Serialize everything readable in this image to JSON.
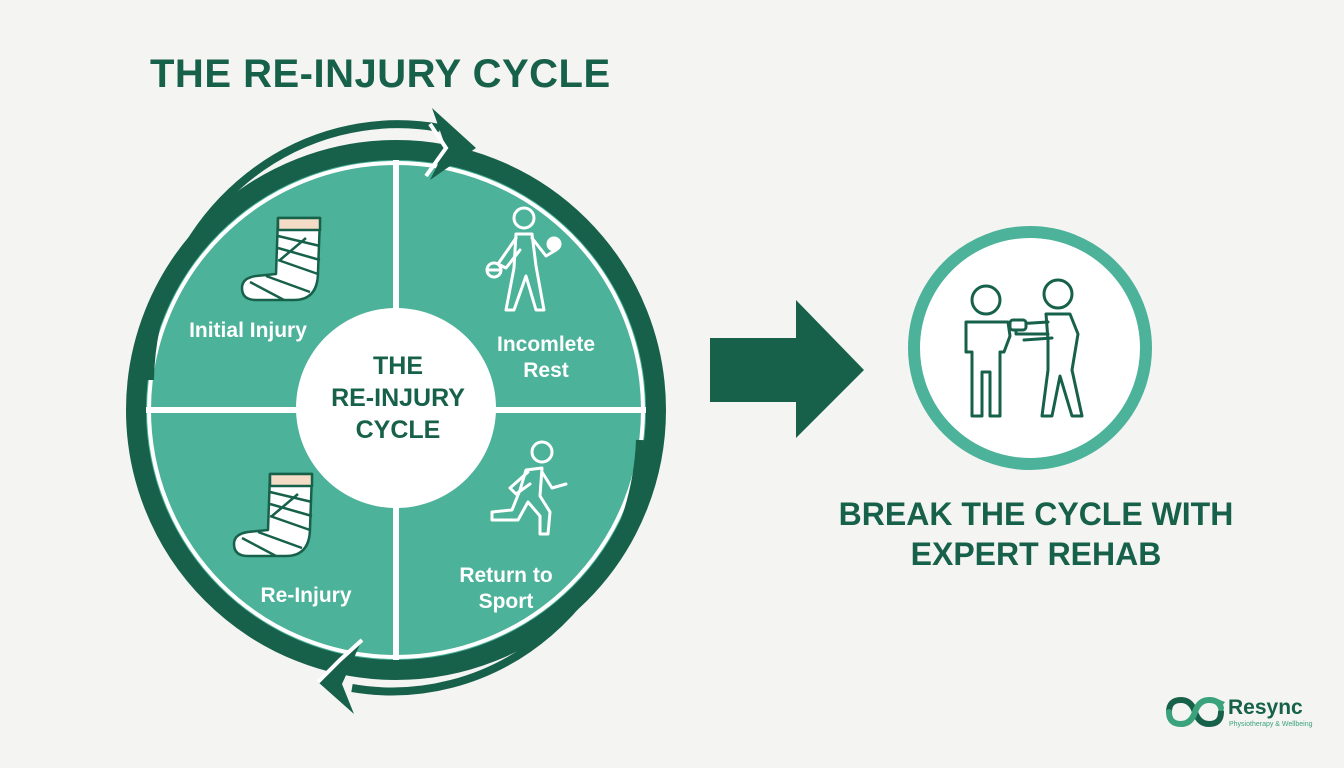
{
  "title": "THE RE-INJURY CYCLE",
  "cycle": {
    "center_label": "THE\nRE-INJURY\nCYCLE",
    "stages": [
      {
        "label": "Initial Injury",
        "icon": "bandaged-foot-icon"
      },
      {
        "label": "Incomlete\nRest",
        "icon": "walking-person-icon"
      },
      {
        "label": "Return to\nSport",
        "icon": "running-person-icon"
      },
      {
        "label": "Re-Injury",
        "icon": "bandaged-foot-icon"
      }
    ]
  },
  "cta": {
    "icon": "physio-helping-patient-icon",
    "text": "BREAK THE CYCLE WITH\nEXPERT REHAB"
  },
  "brand": {
    "name": "Resync",
    "tagline": "Physiotherapy & Wellbeing",
    "icon": "infinity-arrow-logo-icon"
  },
  "colors": {
    "dark_green": "#17614b",
    "teal": "#4cb29a",
    "background": "#f4f4f2",
    "bandage_skin": "#f4dcc6"
  }
}
